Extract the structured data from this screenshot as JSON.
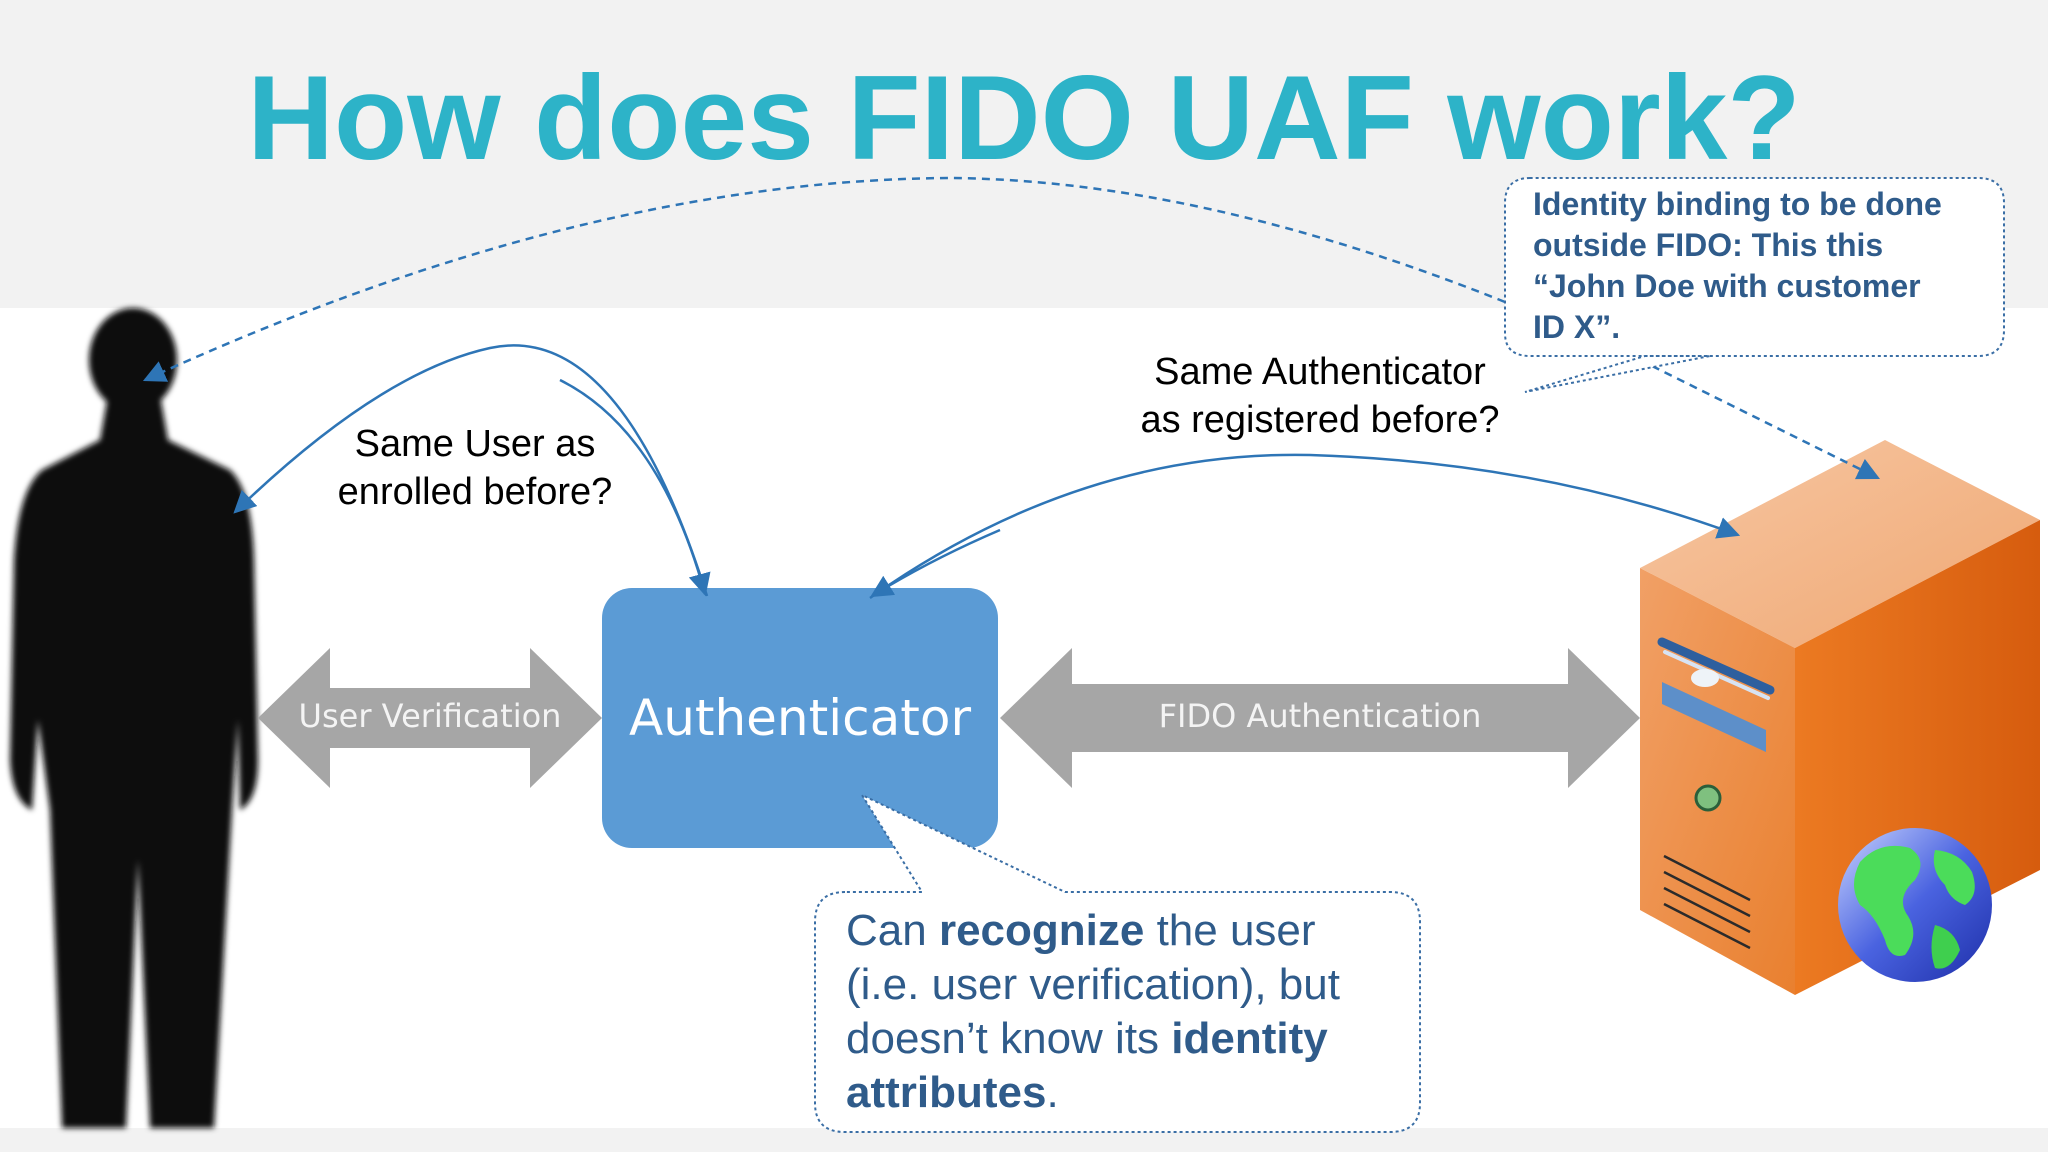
{
  "title": "How does FIDO UAF work?",
  "labels": {
    "same_user_line1": "Same User as",
    "same_user_line2": "enrolled before?",
    "same_auth_line1": "Same Authenticator",
    "same_auth_line2": "as registered before?"
  },
  "arrows": {
    "user_verification": "User Verification",
    "fido_authentication": "FIDO Authentication"
  },
  "authenticator": {
    "label": "Authenticator"
  },
  "callout_identity": {
    "line1": "Identity binding to be done",
    "line2": "outside FIDO: This this",
    "line3": "“John Doe with customer",
    "line4": "ID X”."
  },
  "callout_recognize": {
    "part1": "Can ",
    "part2": "recognize",
    "part3": " the user",
    "line2": "(i.e. user verification), but",
    "part4": "doesn’t know its ",
    "part5": "identity",
    "part6": "attributes",
    "part7": "."
  },
  "colors": {
    "title": "#2db3c8",
    "authenticator_fill": "#5b9bd5",
    "arrow_gray": "#a6a6a6",
    "callout_text": "#2f5b8a",
    "connector": "#2e75b6",
    "server_front": "#e8701f",
    "server_side": "#f09a5a"
  },
  "icons": {
    "person": "person-silhouette-icon",
    "server": "server-icon",
    "globe": "globe-icon"
  }
}
